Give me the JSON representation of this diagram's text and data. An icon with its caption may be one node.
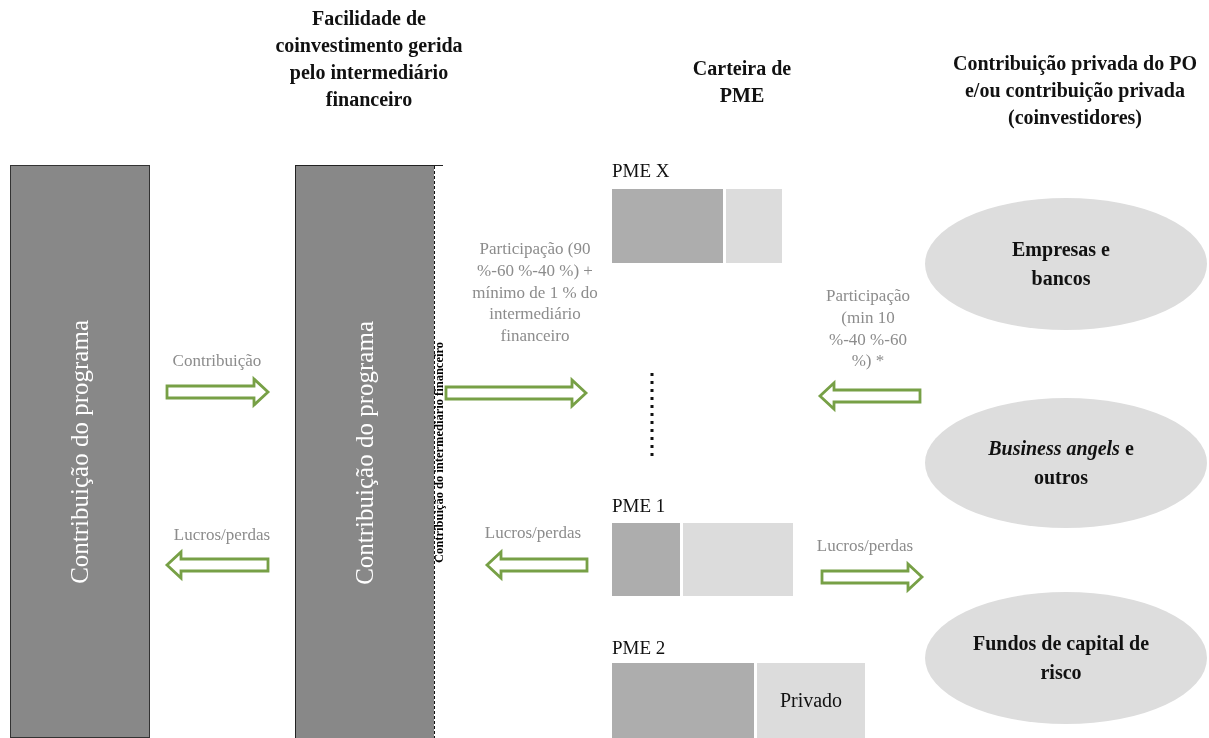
{
  "diagram": {
    "nodes": [
      {
        "text": [
          "Contribuição do programa"
        ]
      },
      {
        "text": [
          "Facilidade de coinvestimento gerida pelo intermediário financeiro"
        ]
      },
      {
        "text": [
          "Contribuição do programa"
        ],
        "in": 1
      },
      {
        "text": [
          "Contribuição do intermediário financeiro"
        ],
        "in": 1
      },
      {
        "text": [
          "PME X"
        ]
      },
      {
        "text": [
          "PME 1"
        ]
      },
      {
        "text": [
          "PME 2",
          "Privado"
        ]
      },
      {
        "text": [
          "Empresas e bancos"
        ]
      },
      {
        "text": [
          "*Business angels* e outros"
        ]
      },
      {
        "text": [
          "Fundos de capital de risco"
        ]
      }
    ],
    "edges": [
      {
        "from": 0,
        "to": 1,
        "arrow": "to",
        "label": "Contribuição"
      },
      {
        "from": 1,
        "to": 0,
        "arrow": "to",
        "label": "Lucros/perdas"
      },
      {
        "from": 1,
        "to": null,
        "arrow": "to",
        "label": "Participação (90 %-60 %-40 %) + mínimo de 1 % do intermediário financeiro"
      },
      {
        "from": 8,
        "to": null,
        "arrow": "to",
        "label": "Participação (min 10 %-40 %-60 %) *"
      },
      {
        "from": 5,
        "to": 1,
        "arrow": "to",
        "label": "Lucros/perdas"
      },
      {
        "from": 5,
        "to": null,
        "arrow": "to",
        "label": "Lucros/perdas"
      }
    ],
    "labels": [
      "Carteira de PME",
      "Contribuição privada do PO e/ou contribuição privada (coinvestidores)"
    ]
  }
}
